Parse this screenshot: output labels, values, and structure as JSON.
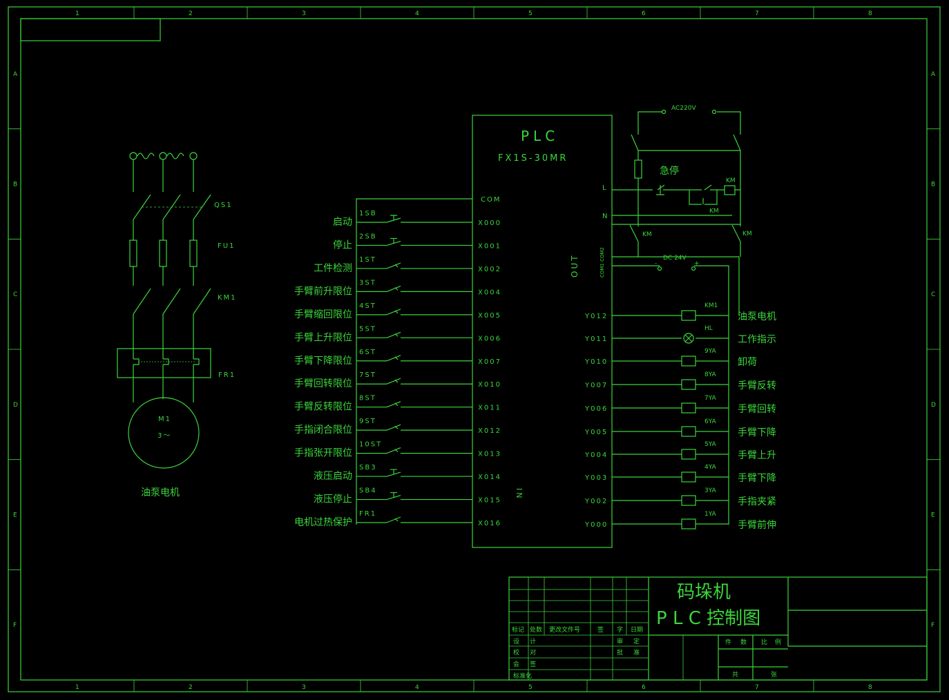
{
  "grid": {
    "columns": [
      "1",
      "2",
      "3",
      "4",
      "5",
      "6",
      "7",
      "8"
    ],
    "rows": [
      "A",
      "B",
      "C",
      "D",
      "E",
      "F"
    ]
  },
  "plc": {
    "title": "PLC",
    "model": "FX1S-30MR",
    "com": "COM",
    "out": "OUT",
    "com12": "COM1 COM2",
    "in": "IN",
    "terminal_l": "L",
    "terminal_n": "N"
  },
  "motor_circuit": {
    "qs": "QS1",
    "fu": "FU1",
    "km": "KM1",
    "fr": "FR1",
    "motor": "M1",
    "motor_sub": "3〜",
    "caption": "油泵电机"
  },
  "inputs": [
    {
      "label": "启动",
      "device": "1SB",
      "addr": "X000"
    },
    {
      "label": "停止",
      "device": "2SB",
      "addr": "X001"
    },
    {
      "label": "工件检测",
      "device": "1ST",
      "addr": "X002"
    },
    {
      "label": "手臂前升限位",
      "device": "3ST",
      "addr": "X004"
    },
    {
      "label": "手臂缩回限位",
      "device": "4ST",
      "addr": "X005"
    },
    {
      "label": "手臂上升限位",
      "device": "5ST",
      "addr": "X006"
    },
    {
      "label": "手臂下降限位",
      "device": "6ST",
      "addr": "X007"
    },
    {
      "label": "手臂回转限位",
      "device": "7ST",
      "addr": "X010"
    },
    {
      "label": "手臂反转限位",
      "device": "8ST",
      "addr": "X011"
    },
    {
      "label": "手指闭合限位",
      "device": "9ST",
      "addr": "X012"
    },
    {
      "label": "手指张开限位",
      "device": "10ST",
      "addr": "X013"
    },
    {
      "label": "液压启动",
      "device": "SB3",
      "addr": "X014"
    },
    {
      "label": "液压停止",
      "device": "SB4",
      "addr": "X015"
    },
    {
      "label": "电机过热保护",
      "device": "FR1",
      "addr": "X016"
    }
  ],
  "outputs": [
    {
      "addr": "Y012",
      "device": "KM1",
      "label": "油泵电机"
    },
    {
      "addr": "Y011",
      "device": "HL",
      "label": "工作指示"
    },
    {
      "addr": "Y010",
      "device": "9YA",
      "label": "卸荷"
    },
    {
      "addr": "Y007",
      "device": "8YA",
      "label": "手臂反转"
    },
    {
      "addr": "Y006",
      "device": "7YA",
      "label": "手臂回转"
    },
    {
      "addr": "Y005",
      "device": "6YA",
      "label": "手臂下降"
    },
    {
      "addr": "Y004",
      "device": "5YA",
      "label": "手臂上升"
    },
    {
      "addr": "Y003",
      "device": "4YA",
      "label": "手臂下降"
    },
    {
      "addr": "Y002",
      "device": "3YA",
      "label": "手指夹紧"
    },
    {
      "addr": "Y000",
      "device": "1YA",
      "label": "手臂前伸"
    }
  ],
  "power": {
    "ac": "AC220V",
    "estop": "急停",
    "km": "KM",
    "dc": "DC 24V",
    "minus": "-",
    "plus": "+"
  },
  "title_block": {
    "title1": "码垛机",
    "title2": "P L C 控制图",
    "hdr": [
      "标记",
      "处数",
      "更改文件号",
      "签",
      "字",
      "日期"
    ],
    "r1": [
      "设",
      "计"
    ],
    "r2": [
      "校",
      "对"
    ],
    "r3": [
      "会",
      "签"
    ],
    "r4": [
      "标准化"
    ],
    "approve": [
      "审",
      "定"
    ],
    "approve2": [
      "批",
      "准"
    ],
    "weight": [
      "件",
      "数"
    ],
    "scale": [
      "比",
      "例"
    ],
    "sheet": [
      "共",
      "张"
    ]
  }
}
